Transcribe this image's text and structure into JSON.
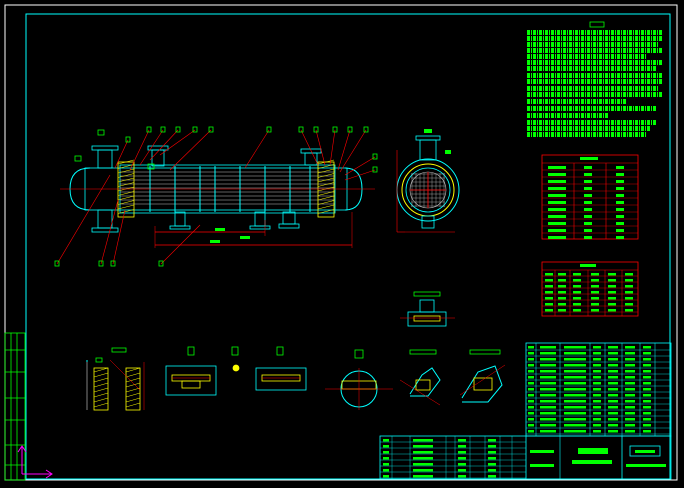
{
  "window": {
    "title": ""
  },
  "colors": {
    "background": "#000000",
    "frame": "#ffffff",
    "border": "#00ffff",
    "text": "#00ff00",
    "outline": "#00ffff",
    "dimension": "#ff0000",
    "hatch": "#ffff00",
    "accent": "#ff00ff",
    "gray": "#c0c0c0",
    "blue": "#0000ff"
  },
  "drawing": {
    "views": [
      "shell-elevation",
      "end-section",
      "support-detail",
      "flange-detail-a",
      "flange-detail-b",
      "tube-joint-detail",
      "nozzle-detail-a",
      "nozzle-detail-b",
      "nozzle-detail-c",
      "gasket-detail"
    ],
    "tables": [
      "technical-requirements",
      "design-data-table",
      "nozzle-table",
      "parts-list",
      "title-block"
    ]
  }
}
